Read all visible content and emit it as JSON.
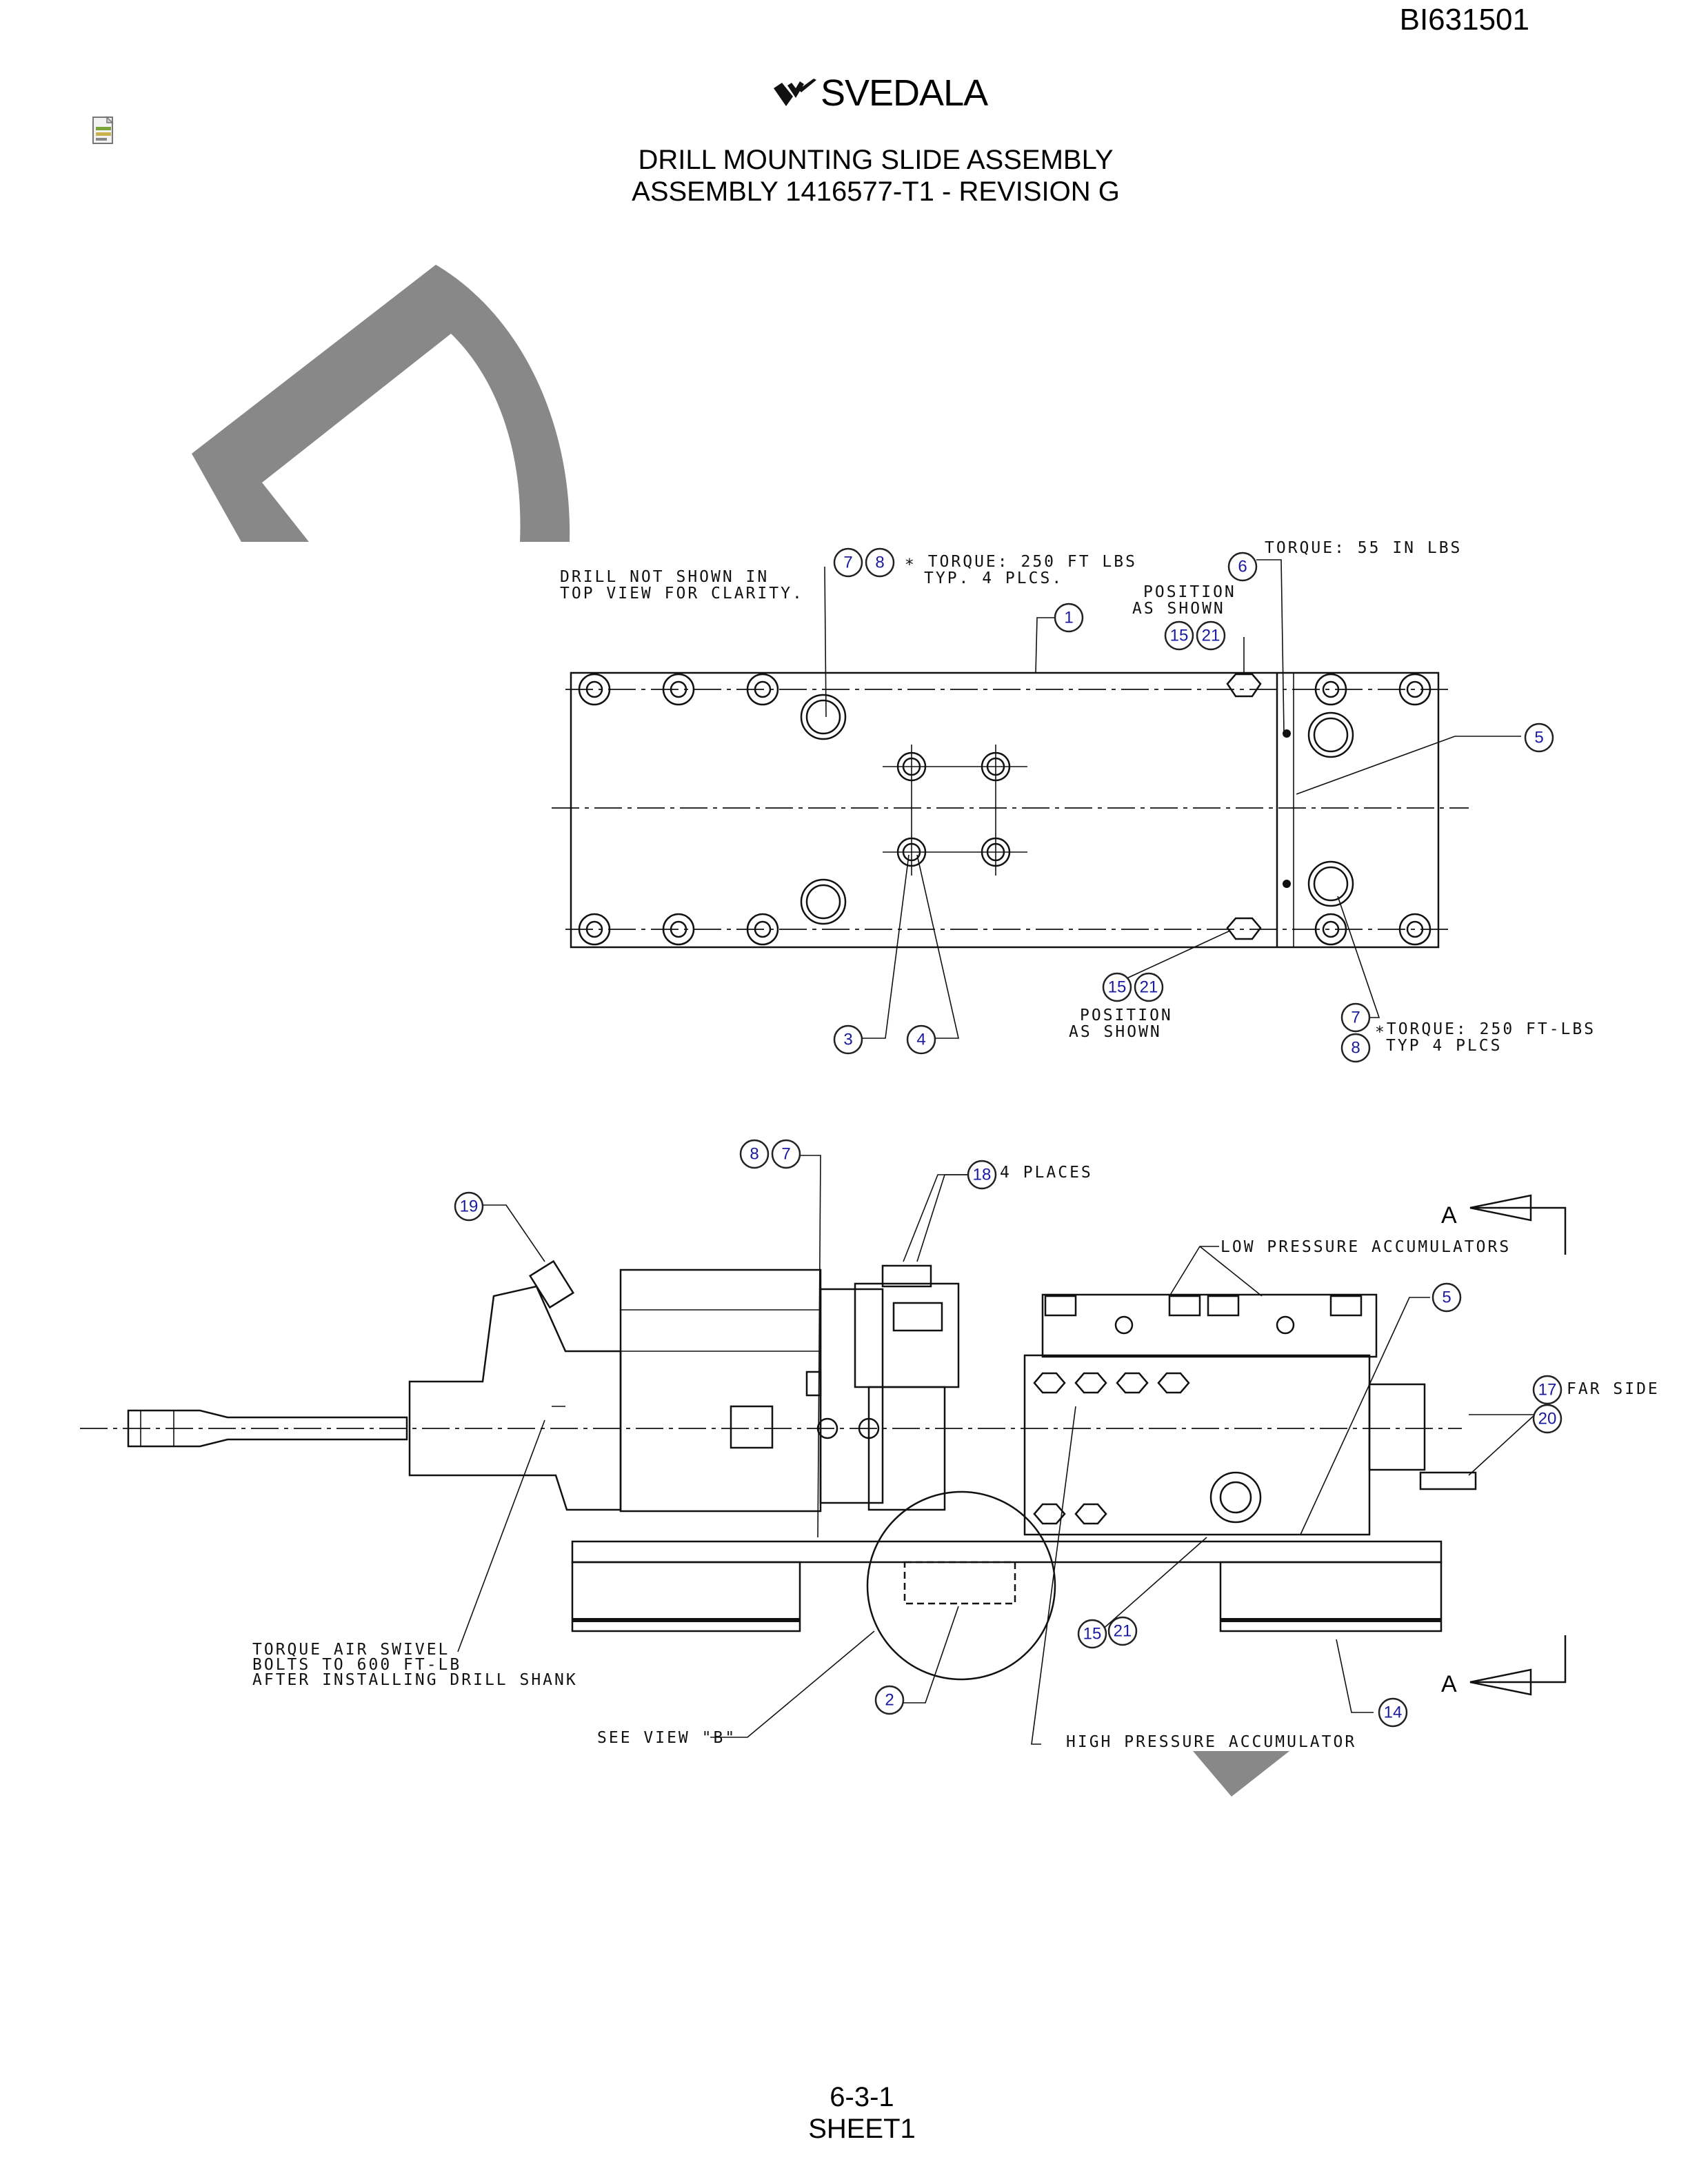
{
  "header": {
    "doc_number": "BI631501",
    "logo_text": "SVEDALA",
    "title_line1": "DRILL MOUNTING SLIDE ASSEMBLY",
    "title_line2": "ASSEMBLY 1416577-T1 - REVISION G"
  },
  "footer": {
    "page": "6-3-1",
    "sheet": "SHEET1"
  },
  "top_view": {
    "note_clarity_1": "DRILL NOT SHOWN IN",
    "note_clarity_2": "TOP VIEW FOR CLARITY.",
    "note_torque_top_1": "∗ TORQUE: 250 FT LBS",
    "note_torque_top_2": "TYP. 4 PLCS.",
    "note_torque_55": "TORQUE: 55 IN LBS",
    "note_position_1": "POSITION",
    "note_position_2": "AS SHOWN",
    "note_position_lower_1": "POSITION",
    "note_position_lower_2": "AS SHOWN",
    "note_torque_right_1": "∗TORQUE: 250 FT-LBS",
    "note_torque_right_2": "TYP 4 PLCS"
  },
  "side_view": {
    "note_places": "4 PLACES",
    "note_low_pressure": "LOW PRESSURE ACCUMULATORS",
    "note_far_side": "FAR SIDE",
    "note_swivel_1": "TORQUE AIR SWIVEL",
    "note_swivel_2": "BOLTS TO 600 FT-LB",
    "note_swivel_3": "AFTER INSTALLING DRILL SHANK",
    "note_see_view": "SEE VIEW \"B\"",
    "note_high_pressure": "HIGH PRESSURE ACCUMULATOR",
    "section_a_top": "A",
    "section_a_bottom": "A"
  },
  "balloons": {
    "b7a": "7",
    "b8a": "8",
    "b1": "1",
    "b6": "6",
    "b15a": "15",
    "b21a": "21",
    "b5a": "5",
    "b3": "3",
    "b4": "4",
    "b15b": "15",
    "b21b": "21",
    "b7b": "7",
    "b8b": "8",
    "b8c": "8",
    "b7c": "7",
    "b18": "18",
    "b19": "19",
    "b5b": "5",
    "b17": "17",
    "b20": "20",
    "b15c": "15",
    "b21c": "21",
    "b2": "2",
    "b14": "14"
  },
  "icons": {
    "doc_icon": "document-icon",
    "logo_icon": "svedala-logo-icon"
  }
}
